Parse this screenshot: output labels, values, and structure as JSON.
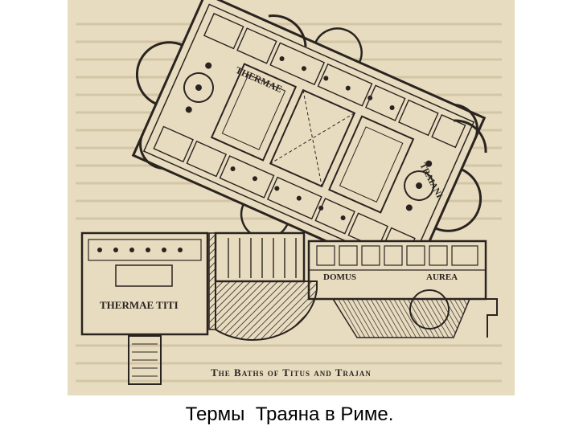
{
  "plate": {
    "labels": {
      "thermae": "THERMAE",
      "traiani": "TRAIANI",
      "domus": "DOMUS",
      "aurea": "AUREA",
      "thermae_titi": "THERMAE TITI"
    },
    "caption": "The Baths of Titus and Trajan",
    "ink_color": "#2a2420",
    "paper_color": "#e8dcc0"
  },
  "slide": {
    "caption": "Термы  Траяна в Риме."
  }
}
